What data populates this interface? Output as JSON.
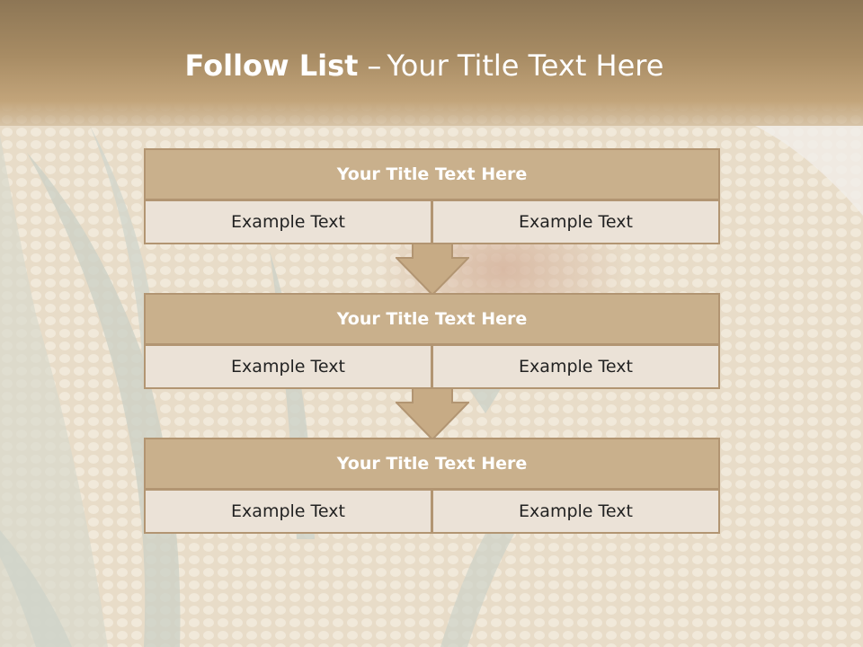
{
  "slide": {
    "title_bold": "Follow List",
    "title_separator": "–",
    "title_rest": "Your Title Text Here"
  },
  "steps": [
    {
      "title": "Your Title Text Here",
      "left": "Example Text",
      "right": "Example Text"
    },
    {
      "title": "Your Title Text Here",
      "left": "Example Text",
      "right": "Example Text"
    },
    {
      "title": "Your Title Text Here",
      "left": "Example Text",
      "right": "Example Text"
    }
  ],
  "colors": {
    "header": "#a88c64",
    "box_title_fill": "#c9b08c",
    "box_border": "#b29572",
    "cell_fill": "#ebe2d7",
    "arrow_fill": "#c7ab85"
  }
}
